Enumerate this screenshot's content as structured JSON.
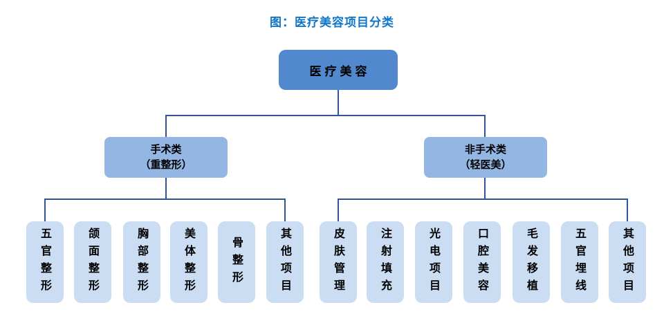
{
  "title": "图：医疗美容项目分类",
  "colors": {
    "title_blue": "#0F76C8",
    "root_fill": "#5289CE",
    "branch_fill": "#93B6E3",
    "leaf_fill": "#CADDF2",
    "connector": "#2F5597",
    "node_text": "#000000"
  },
  "root": {
    "label": "医疗美容"
  },
  "branches": [
    {
      "label_line1": "手术类",
      "label_line2": "（重整形）",
      "children": [
        "五官整形",
        "颌面整形",
        "胸部整形",
        "美体整形",
        "骨整形",
        "其他项目"
      ]
    },
    {
      "label_line1": "非手术类",
      "label_line2": "（轻医美）",
      "children": [
        "皮肤管理",
        "注射填充",
        "光电项目",
        "口腔美容",
        "毛发移植",
        "五官埋线",
        "其他项目"
      ]
    }
  ]
}
